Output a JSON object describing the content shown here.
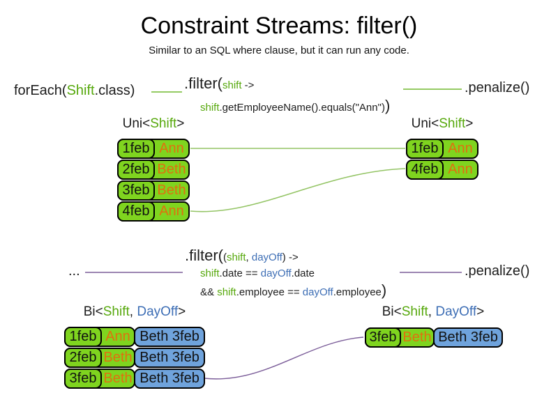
{
  "title": "Constraint Streams: filter()",
  "subtitle": "Similar to an SQL where clause, but it can run any code.",
  "colors": {
    "shift_green": "#7fd41f",
    "dayoff_blue": "#6fa3dc",
    "code_green": "#56a80c",
    "code_blue": "#3d6eb5",
    "employee_orange": "#e0700f",
    "flow_line_green": "#70b92e",
    "connector_green": "#93c464",
    "connector_purple": "#7b5d99"
  },
  "top_flow": {
    "foreach": {
      "pre": "forEach(",
      "cls": "Shift",
      "post": ".class)"
    },
    "filter": {
      "name": ".filter(",
      "arg": "shift",
      "arrow": " ->",
      "body_obj": "shift",
      "body_rest": ".getEmployeeName().equals(\"Ann\")",
      "close": ")"
    },
    "penalize": ".penalize()"
  },
  "mid_flow": {
    "dots": "...",
    "filter": {
      "name": ".filter(",
      "p1": "(",
      "arg1": "shift",
      "comma": ", ",
      "arg2": "dayOff",
      "p2": ")",
      "arrow": " ->",
      "l2_obj": "shift",
      "l2_mid": ".date == ",
      "l2_obj2": "dayOff",
      "l2_end": ".date",
      "l3_pre": "&& ",
      "l3_obj": "shift",
      "l3_mid": ".employee == ",
      "l3_obj2": "dayOff",
      "l3_end": ".employee",
      "close": ")"
    },
    "penalize": ".penalize()"
  },
  "tables": {
    "top_left": {
      "label": {
        "pre": "Uni<",
        "t1": "Shift",
        "post": ">"
      },
      "rows": [
        {
          "date": "1feb",
          "name": "Ann"
        },
        {
          "date": "2feb",
          "name": "Beth"
        },
        {
          "date": "3feb",
          "name": "Beth"
        },
        {
          "date": "4feb",
          "name": "Ann"
        }
      ]
    },
    "top_right": {
      "label": {
        "pre": "Uni<",
        "t1": "Shift",
        "post": ">"
      },
      "rows": [
        {
          "date": "1feb",
          "name": "Ann"
        },
        {
          "date": "4feb",
          "name": "Ann"
        }
      ]
    },
    "bottom_left": {
      "label": {
        "pre": "Bi<",
        "t1": "Shift",
        "comma": ", ",
        "t2": "DayOff",
        "post": ">"
      },
      "rows": [
        {
          "date": "1feb",
          "name": "Ann",
          "dayoff": "Beth 3feb"
        },
        {
          "date": "2feb",
          "name": "Beth",
          "dayoff": "Beth 3feb"
        },
        {
          "date": "3feb",
          "name": "Beth",
          "dayoff": "Beth 3feb"
        }
      ]
    },
    "bottom_right": {
      "label": {
        "pre": "Bi<",
        "t1": "Shift",
        "comma": ", ",
        "t2": "DayOff",
        "post": ">"
      },
      "rows": [
        {
          "date": "3feb",
          "name": "Beth",
          "dayoff": "Beth 3feb"
        }
      ]
    }
  }
}
